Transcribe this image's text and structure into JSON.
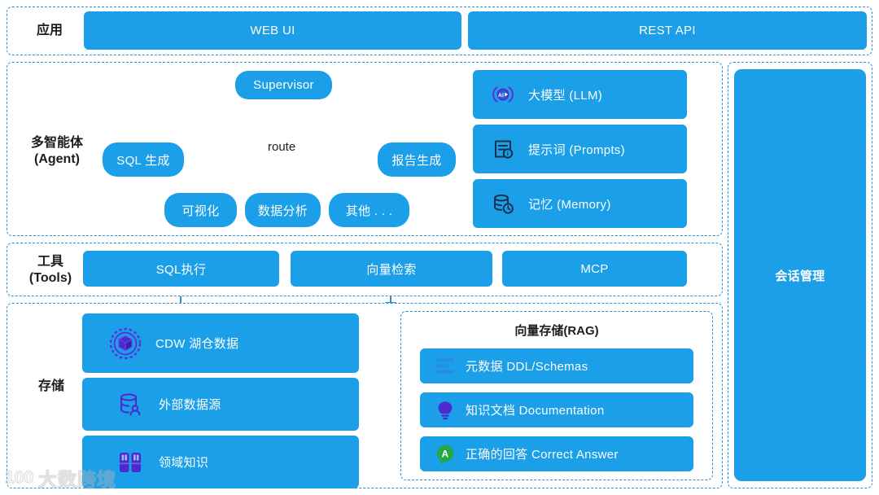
{
  "theme": {
    "blue": "#1a9fe8",
    "dash_border": "#2a8fd8",
    "wire": "#2a8fd8",
    "icon_purple": "#5b2fd6",
    "icon_navy": "#17304d",
    "green": "#23a844",
    "text_dark": "#1d1d1d"
  },
  "app_row": {
    "label": "应用",
    "items": [
      {
        "label": "WEB UI",
        "name": "web-ui-box"
      },
      {
        "label": "REST API",
        "name": "rest-api-box"
      }
    ]
  },
  "agent_row": {
    "label_main": "多智能体",
    "label_sub": "(Agent)",
    "supervisor": "Supervisor",
    "route_label": "route",
    "agents_top": [
      {
        "label": "SQL 生成",
        "name": "agent-sql-generation"
      },
      {
        "label": "报告生成",
        "name": "agent-report-generation"
      }
    ],
    "agents_bottom": [
      {
        "label": "可视化",
        "name": "agent-visualization"
      },
      {
        "label": "数据分析",
        "name": "agent-data-analysis"
      },
      {
        "label": "其他 . . .",
        "name": "agent-other"
      }
    ],
    "capabilities": [
      {
        "label": "大模型 (LLM)",
        "icon": "ai-badge-icon",
        "name": "capability-llm"
      },
      {
        "label": "提示词 (Prompts)",
        "icon": "document-info-icon",
        "name": "capability-prompts"
      },
      {
        "label": "记忆 (Memory)",
        "icon": "database-clock-icon",
        "name": "capability-memory"
      }
    ]
  },
  "tools_row": {
    "label_main": "工具",
    "label_sub": "(Tools)",
    "items": [
      {
        "label": "SQL执行",
        "name": "tool-sql-exec"
      },
      {
        "label": "向量检索",
        "name": "tool-vector-search"
      },
      {
        "label": "MCP",
        "name": "tool-mcp"
      }
    ]
  },
  "storage_row": {
    "label": "存储",
    "sources": [
      {
        "label": "CDW 湖仓数据",
        "icon": "cube-ring-icon",
        "name": "storage-cdw"
      },
      {
        "label": "外部数据源",
        "icon": "database-user-icon",
        "name": "storage-external-source"
      },
      {
        "label": "领域知识",
        "icon": "books-icon",
        "name": "storage-domain-knowledge"
      }
    ],
    "rag": {
      "title": "向量存储(RAG)",
      "items": [
        {
          "label": "元数据 DDL/Schemas",
          "icon": "schema-stack-icon",
          "name": "rag-metadata-ddl"
        },
        {
          "label": "知识文档 Documentation",
          "icon": "lightbulb-icon",
          "name": "rag-knowledge-doc"
        },
        {
          "label": "正确的回答 Correct Answer",
          "icon": "answer-badge-icon",
          "name": "rag-correct-answer"
        }
      ]
    }
  },
  "session_panel": {
    "label": "会话管理"
  },
  "watermark": {
    "logo": "100",
    "text": "大数跨境"
  }
}
